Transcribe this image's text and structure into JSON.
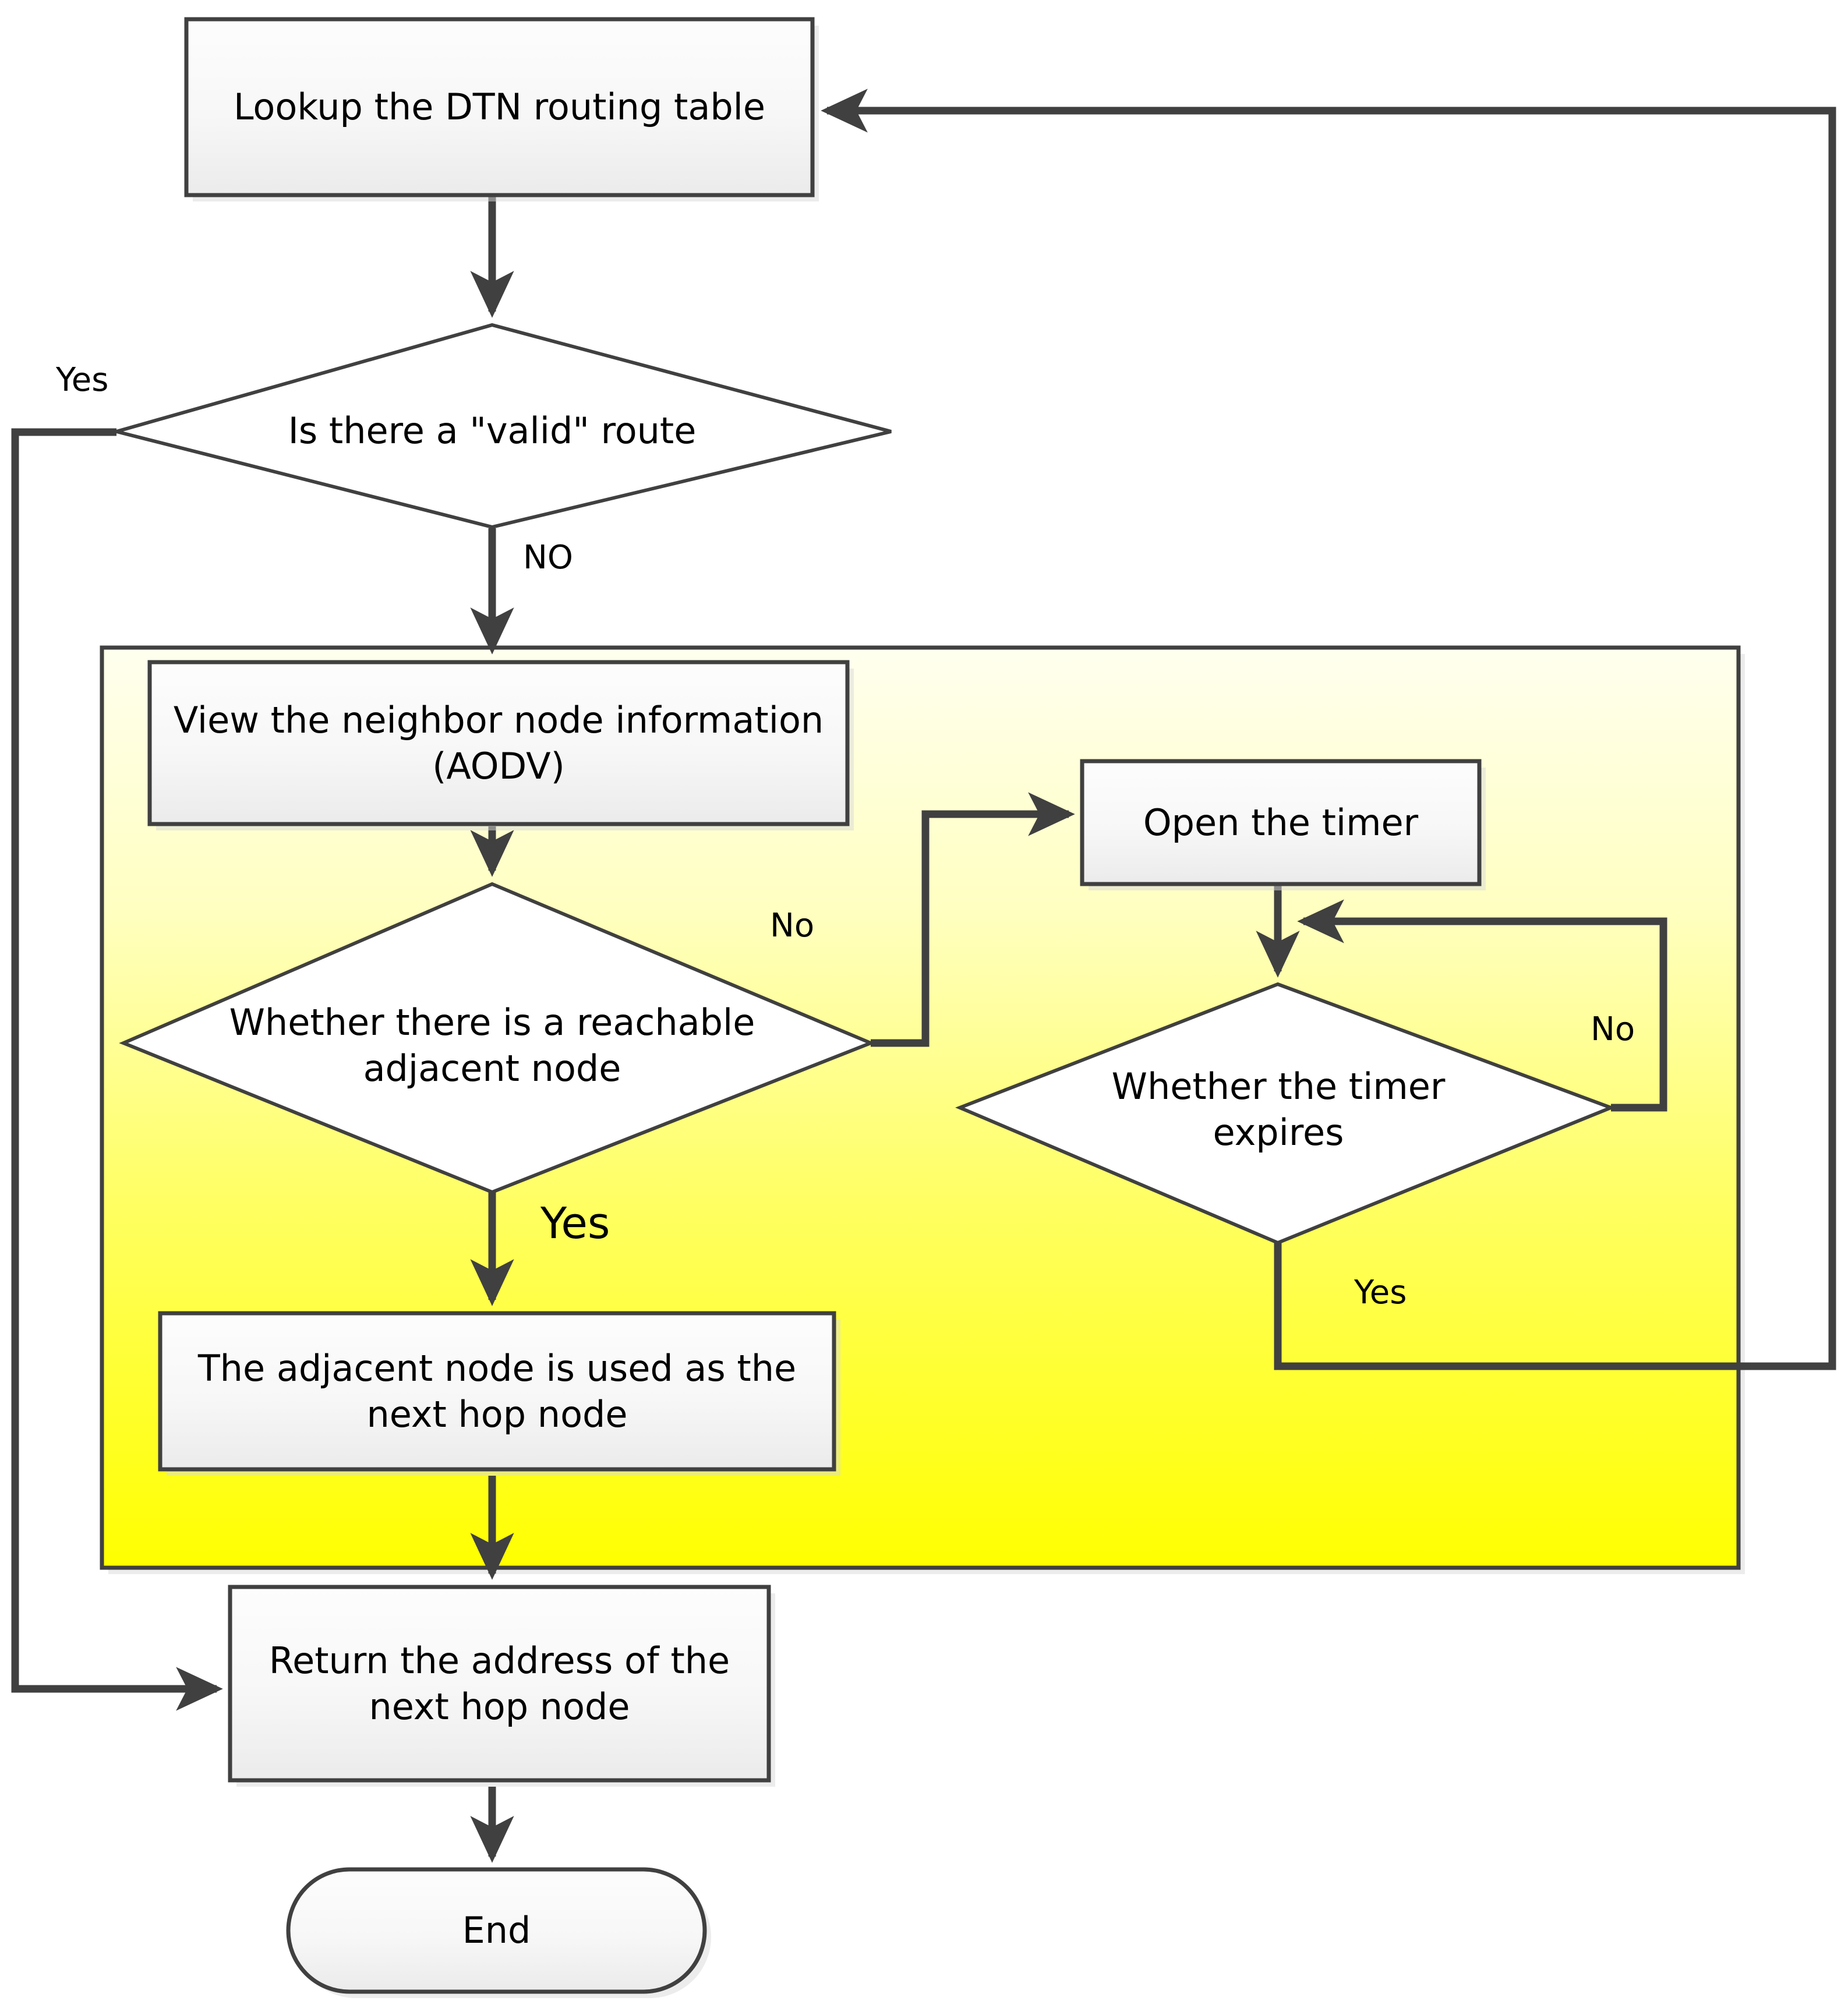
{
  "diagram": {
    "title": "DTN routing next-hop lookup flowchart",
    "colors": {
      "stroke": "#404040",
      "shape_stroke": "#404040",
      "process_fill_top": "#fcfcfc",
      "process_fill_bottom": "#eeeeee",
      "decision_fill": "#ffffff",
      "group_fill_top": "#ffffef",
      "group_fill_bottom": "#ffff00",
      "text": "#000000",
      "shadow": "#d9d9d9"
    }
  },
  "nodes": {
    "lookup": {
      "id": "lookup",
      "type": "process",
      "label": "Lookup the DTN routing table"
    },
    "valid_route": {
      "id": "valid_route",
      "type": "decision",
      "label": "Is there a \"valid\" route"
    },
    "view_neighbor": {
      "id": "view_neighbor",
      "type": "process",
      "label": "View the neighbor node information\n(AODV)"
    },
    "reachable": {
      "id": "reachable",
      "type": "decision",
      "label": "Whether there is a reachable\nadjacent node"
    },
    "open_timer": {
      "id": "open_timer",
      "type": "process",
      "label": "Open the timer"
    },
    "timer_expires": {
      "id": "timer_expires",
      "type": "decision",
      "label": "Whether the timer\nexpires"
    },
    "adjacent_next_hop": {
      "id": "adjacent_next_hop",
      "type": "process",
      "label": "The adjacent node is used as the\nnext hop node"
    },
    "return_address": {
      "id": "return_address",
      "type": "process",
      "label": "Return the address of the\nnext hop node"
    },
    "end": {
      "id": "end",
      "type": "terminator",
      "label": "End"
    }
  },
  "edge_labels": {
    "valid_yes": "Yes",
    "valid_no": "NO",
    "reachable_no": "No",
    "reachable_yes": "Yes",
    "timer_no": "No",
    "timer_yes": "Yes"
  },
  "edges": [
    {
      "from": "lookup",
      "to": "valid_route",
      "label": ""
    },
    {
      "from": "valid_route",
      "to": "return_address",
      "label": "Yes"
    },
    {
      "from": "valid_route",
      "to": "view_neighbor",
      "label": "NO"
    },
    {
      "from": "view_neighbor",
      "to": "reachable",
      "label": ""
    },
    {
      "from": "reachable",
      "to": "open_timer",
      "label": "No"
    },
    {
      "from": "reachable",
      "to": "adjacent_next_hop",
      "label": "Yes"
    },
    {
      "from": "open_timer",
      "to": "timer_expires",
      "label": ""
    },
    {
      "from": "timer_expires",
      "to": "timer_expires",
      "label": "No"
    },
    {
      "from": "timer_expires",
      "to": "lookup",
      "label": "Yes"
    },
    {
      "from": "adjacent_next_hop",
      "to": "return_address",
      "label": ""
    },
    {
      "from": "return_address",
      "to": "end",
      "label": ""
    }
  ]
}
